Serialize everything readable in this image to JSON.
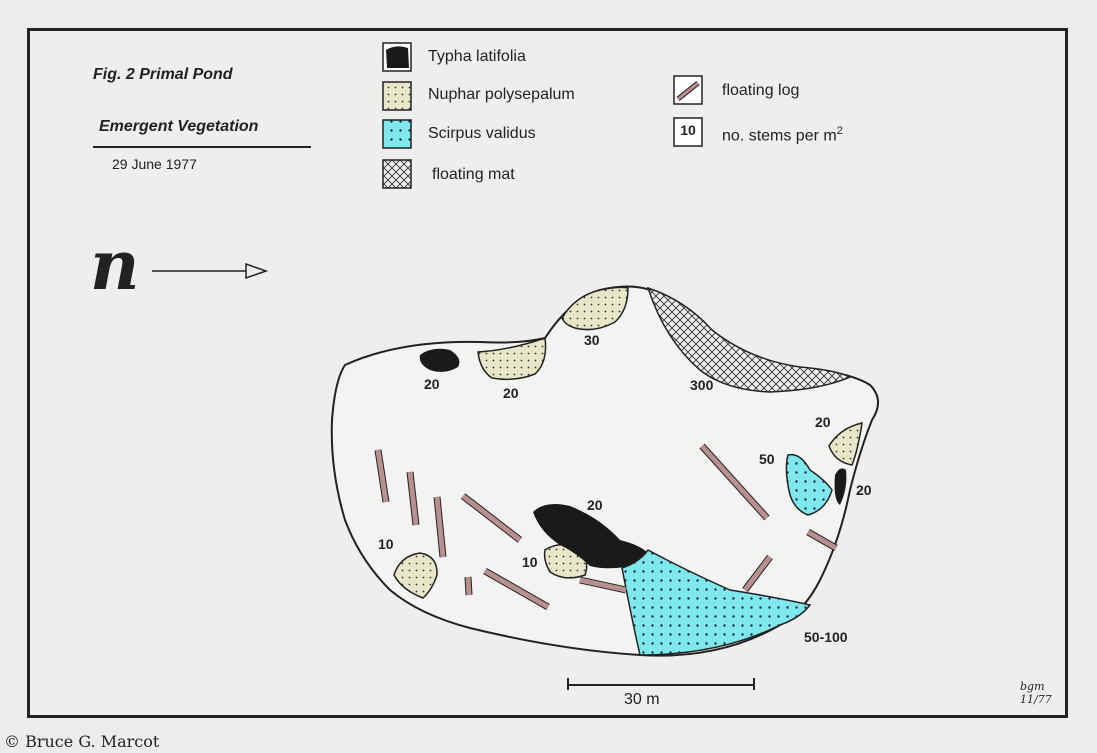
{
  "header": {
    "title": "Fig. 2  Primal Pond",
    "subtitle": "Emergent  Vegetation",
    "date": "29  June  1977"
  },
  "north": {
    "letter": "n"
  },
  "legend": {
    "typha": "Typha  latifolia",
    "nuphar": "Nuphar  polysepalum",
    "scirpus": "Scirpus  validus",
    "mat": "floating  mat",
    "log": "floating  log",
    "stems_box": "10",
    "stems_text": "no.  stems  per  m",
    "stems_sup": "2"
  },
  "colors": {
    "scirpus": "#7fe8ec",
    "nuphar": "#e8e6c8",
    "typha": "#1a1a1a",
    "log": "#b89090"
  },
  "stem_counts": {
    "nuphar_top": "30",
    "typha_left": "20",
    "nuphar_left": "20",
    "mat": "300",
    "nuphar_right": "20",
    "scirpus_right": "50",
    "typha_right": "20",
    "typha_center": "20",
    "nuphar_bottom_left": "10",
    "nuphar_center": "10",
    "scirpus_main": "50-100"
  },
  "scale": {
    "label": "30  m"
  },
  "signature": {
    "line1": "bgm",
    "line2": "11/77"
  },
  "credit": "© Bruce G. Marcot"
}
